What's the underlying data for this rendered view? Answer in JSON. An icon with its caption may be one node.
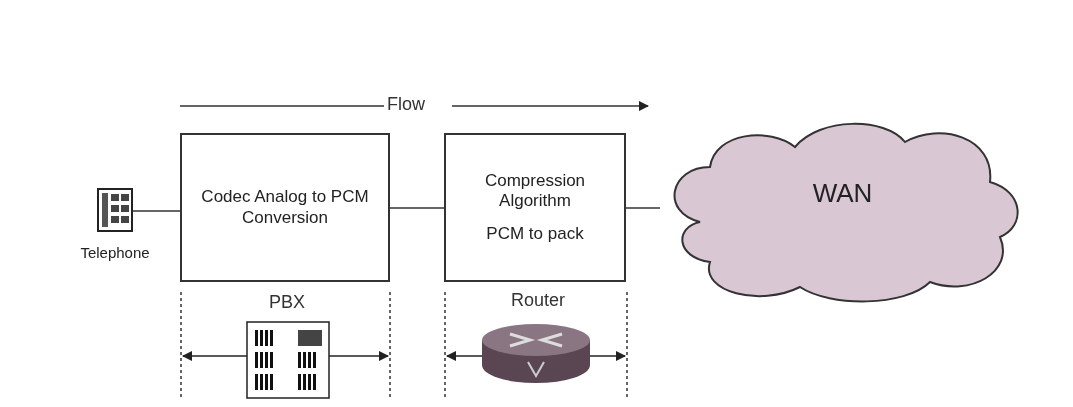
{
  "diagram": {
    "nodes": [
      {
        "text": [
          "Telephone"
        ]
      },
      {
        "text": [
          "Codec Analog to PCM Conversion"
        ]
      },
      {
        "text": [
          "Compression Algorithm",
          "PCM to pack"
        ]
      },
      {
        "text": [
          "WAN"
        ]
      }
    ],
    "edges": [
      {
        "from": 0,
        "to": 1,
        "arrow": "none"
      },
      {
        "from": 1,
        "to": 2,
        "arrow": "none"
      },
      {
        "from": 2,
        "to": 3,
        "arrow": "none"
      }
    ],
    "labels": [
      "Flow",
      "PBX",
      "Router"
    ]
  }
}
